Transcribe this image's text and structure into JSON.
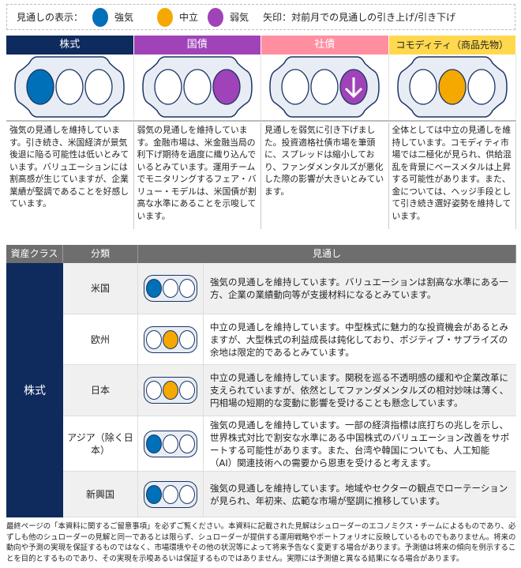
{
  "legend": {
    "label": "見通しの表示：",
    "bull": "強気",
    "neutral": "中立",
    "bear": "弱気",
    "arrow_note": "矢印：対前月での見通しの引き上げ/引き下げ"
  },
  "colors": {
    "bull": "#0070b8",
    "neutral": "#f5a800",
    "bear": "#a043b8",
    "equity": "#0f2a5c",
    "gov": "#a043b8",
    "corp": "#ff8fa0",
    "commodity": "#ffd84d"
  },
  "summary": [
    {
      "label": "株式",
      "signal": "bull",
      "arrow": "none",
      "text": "強気の見通しを維持しています。引き続き、米国経済が景気後退に陥る可能性は低いとみています。バリュエーションには割高感が生じていますが、企業業績が堅調であることを好感しています。"
    },
    {
      "label": "国債",
      "signal": "bear",
      "arrow": "none",
      "text": "弱気の見通しを維持しています。金融市場は、米金融当局の利下げ期待を過度に織り込んでいるとみています。運用チームでモニタリングするフェア・バリュー・モデルは、米国債が割高な水準にあることを示唆しています。"
    },
    {
      "label": "社債",
      "signal": "bear",
      "arrow": "down",
      "text": "見通しを弱気に引き下げました。投資適格社債市場を筆頭に、スプレッドは縮小しており、ファンダメンタルズが悪化した際の影響が大きいとみています。"
    },
    {
      "label": "コモディティ（商品先物）",
      "signal": "neutral",
      "arrow": "none",
      "text": "全体としては中立の見通しを維持しています。コモディティ市場では二極化が見られ、供給混乱を背景にベースメタルは上昇する可能性があります。また、金については、ヘッジ手段として引き続き選好姿勢を維持しています。"
    }
  ],
  "table": {
    "headers": [
      "資産クラス",
      "分類",
      "見通し"
    ],
    "asset": "株式",
    "rows": [
      {
        "cat": "米国",
        "signal": "bull",
        "text": "強気の見通しを維持しています。バリュエーションは割高な水準にある一方、企業の業績動向等が支援材料になるとみています。"
      },
      {
        "cat": "欧州",
        "signal": "neutral",
        "text": "中立の見通しを維持しています。中型株式に魅力的な投資機会があるとみますが、大型株式の利益成長は鈍化しており、ポジティブ・サプライズの余地は限定的であるとみています。"
      },
      {
        "cat": "日本",
        "signal": "neutral",
        "text": "中立の見通しを維持しています。関税を巡る不透明感の緩和や企業改革に支えられていますが、依然としてファンダメンタルズの相対妙味は薄く、円相場の短期的な変動に影響を受けることも懸念しています。"
      },
      {
        "cat": "アジア（除く日本）",
        "signal": "bull",
        "text": "強気の見通しを維持しています。一部の経済指標は底打ちの兆しを示し、世界株式対比で割安な水準にある中国株式のバリュエーション改善をサポートする可能性があります。また、台湾や韓国についても、人工知能（AI）関連技術への需要から恩恵を受けると考えます。"
      },
      {
        "cat": "新興国",
        "signal": "bull",
        "text": "強気の見通しを維持しています。地域やセクターの観点でローテーションが見られ、年初来、広範な市場が堅調に推移しています。"
      }
    ]
  },
  "footer": "最終ページの「本資料に関するご留意事項」を必ずご覧ください。本資料に記載された見解はシュローダーのエコノミクス・チームによるものであり、必ずしも他のシュローダーの見解と同一であるとは限らず、シュローダーが提供する運用戦略やポートフォリオに反映しているものでもありません。将来の動向や予測の実現を保証するものではなく、市場環境やその他の状況等によって将来予告なく変更する場合があります。予測値は将来の傾向を例示することを目的とするものであり、その実現を示唆あるいは保証するものではありません。実際には予測値と異なる結果になる場合があります。"
}
